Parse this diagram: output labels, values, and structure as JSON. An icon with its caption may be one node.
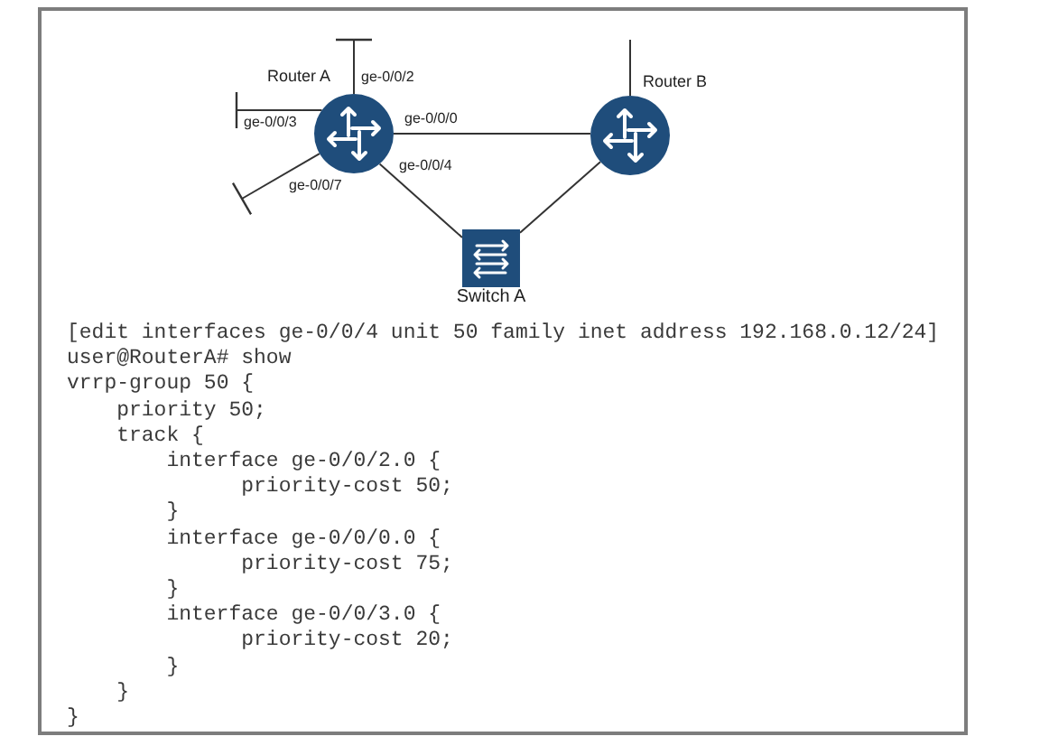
{
  "diagram": {
    "nodes": [
      {
        "text": [
          "Router A"
        ]
      },
      {
        "text": [
          "Router B"
        ]
      },
      {
        "text": [
          "Switch A"
        ]
      }
    ],
    "edges": [
      {
        "from": 0,
        "to": null,
        "arrow": "other",
        "label": "ge-0/0/2"
      },
      {
        "from": 1,
        "to": null,
        "arrow": "none"
      },
      {
        "from": 0,
        "to": null,
        "arrow": "other",
        "label": "ge-0/0/3"
      },
      {
        "from": 0,
        "to": 1,
        "arrow": "none",
        "label": "ge-0/0/0"
      },
      {
        "from": 0,
        "to": 2,
        "arrow": "none",
        "label": "ge-0/0/4"
      },
      {
        "from": 0,
        "to": null,
        "arrow": "other",
        "label": "ge-0/0/7"
      },
      {
        "from": 1,
        "to": 2,
        "arrow": "none"
      }
    ],
    "labels": [
      "[edit interfaces ge-0/0/4 unit 50 family inet address 192.168.0.12/24]",
      "user@RouterA# show",
      "vrrp-group 50 {",
      "priority 50;",
      "track {",
      "interface ge-0/0/2.0 {",
      "priority-cost 50;",
      "}",
      "interface ge-0/0/0.0 {",
      "priority-cost 75;",
      "}",
      "interface ge-0/0/3.0 {",
      "priority-cost 20;",
      "}",
      "}",
      "}"
    ]
  }
}
